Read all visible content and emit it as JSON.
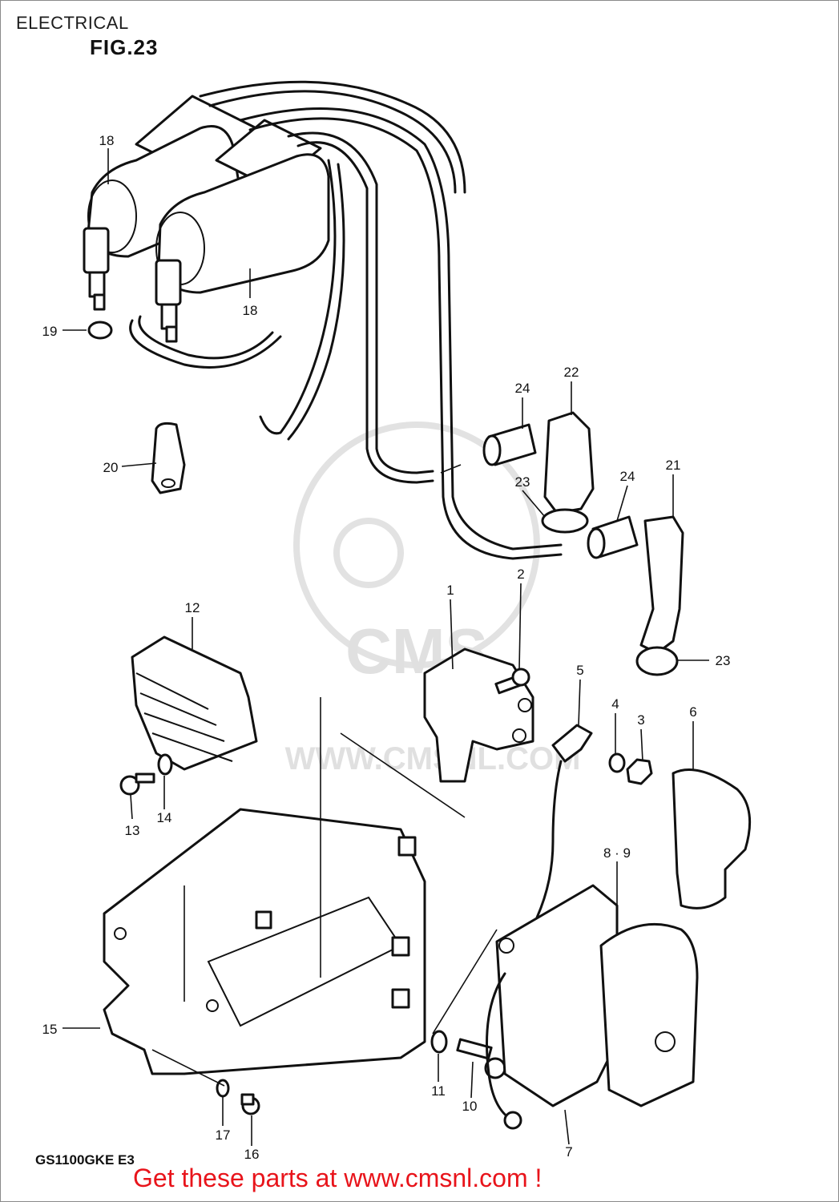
{
  "header": {
    "section_title": "ELECTRICAL",
    "figure_label": "FIG.23"
  },
  "footer": {
    "model_code": "GS1100GKE E3",
    "call_to_action": "Get these parts at www.cmsnl.com !"
  },
  "watermark": {
    "logo_text": "CMS",
    "url_text": "WWW.CMSNL.COM"
  },
  "colors": {
    "call_to_action": "#e8141b",
    "line_art": "#111111",
    "watermark": "#e0e0e0"
  },
  "callouts": [
    {
      "id": "c1",
      "label": "1"
    },
    {
      "id": "c2",
      "label": "2"
    },
    {
      "id": "c3",
      "label": "3"
    },
    {
      "id": "c4",
      "label": "4"
    },
    {
      "id": "c5",
      "label": "5"
    },
    {
      "id": "c6",
      "label": "6"
    },
    {
      "id": "c7",
      "label": "7"
    },
    {
      "id": "c89",
      "label": "8 · 9"
    },
    {
      "id": "c10",
      "label": "10"
    },
    {
      "id": "c11",
      "label": "11"
    },
    {
      "id": "c12",
      "label": "12"
    },
    {
      "id": "c13",
      "label": "13"
    },
    {
      "id": "c14",
      "label": "14"
    },
    {
      "id": "c15",
      "label": "15"
    },
    {
      "id": "c16",
      "label": "16"
    },
    {
      "id": "c17",
      "label": "17"
    },
    {
      "id": "c18a",
      "label": "18"
    },
    {
      "id": "c18b",
      "label": "18"
    },
    {
      "id": "c19",
      "label": "19"
    },
    {
      "id": "c20",
      "label": "20"
    },
    {
      "id": "c21",
      "label": "21"
    },
    {
      "id": "c22",
      "label": "22"
    },
    {
      "id": "c23a",
      "label": "23"
    },
    {
      "id": "c23b",
      "label": "23"
    },
    {
      "id": "c24a",
      "label": "24"
    },
    {
      "id": "c24b",
      "label": "24"
    }
  ]
}
